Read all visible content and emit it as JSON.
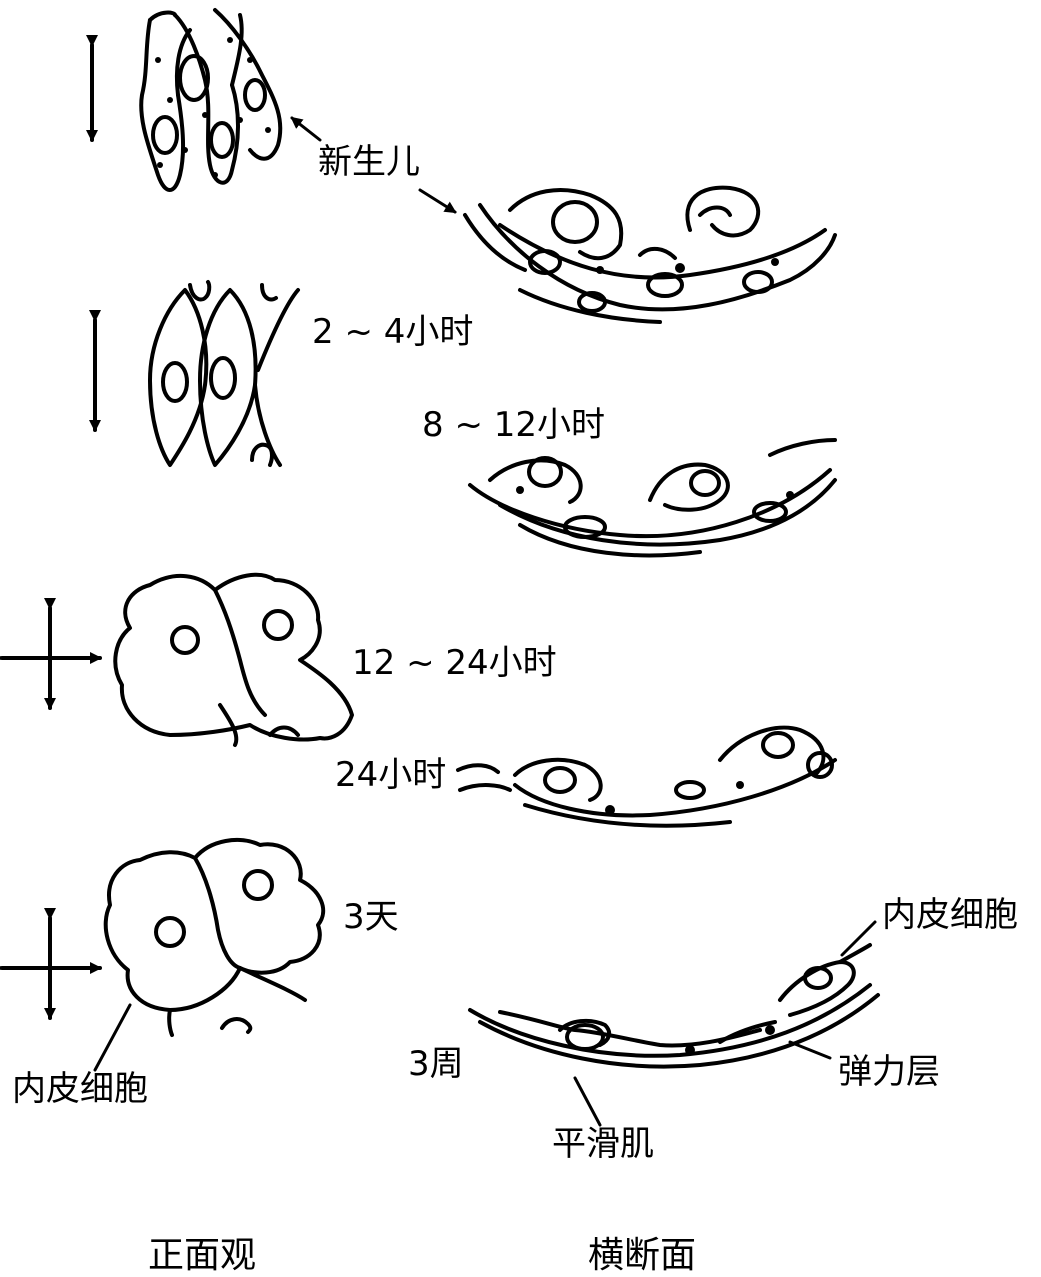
{
  "stages": [
    {
      "id": "newborn",
      "label": "新生儿"
    },
    {
      "id": "h2_4",
      "label": "2 ~ 4小时"
    },
    {
      "id": "h8_12",
      "label": "8 ~ 12小时"
    },
    {
      "id": "h12_24",
      "label": "12 ~ 24小时"
    },
    {
      "id": "h24",
      "label": "24小时"
    },
    {
      "id": "d3",
      "label": "3天"
    },
    {
      "id": "w3",
      "label": "3周"
    }
  ],
  "annotations": {
    "endothelial_face": "内皮细胞",
    "endothelial_section": "内皮细胞",
    "elastic_layer": "弹力层",
    "smooth_muscle": "平滑肌"
  },
  "captions": {
    "front_view": "正面观",
    "cross_section": "横断面"
  }
}
